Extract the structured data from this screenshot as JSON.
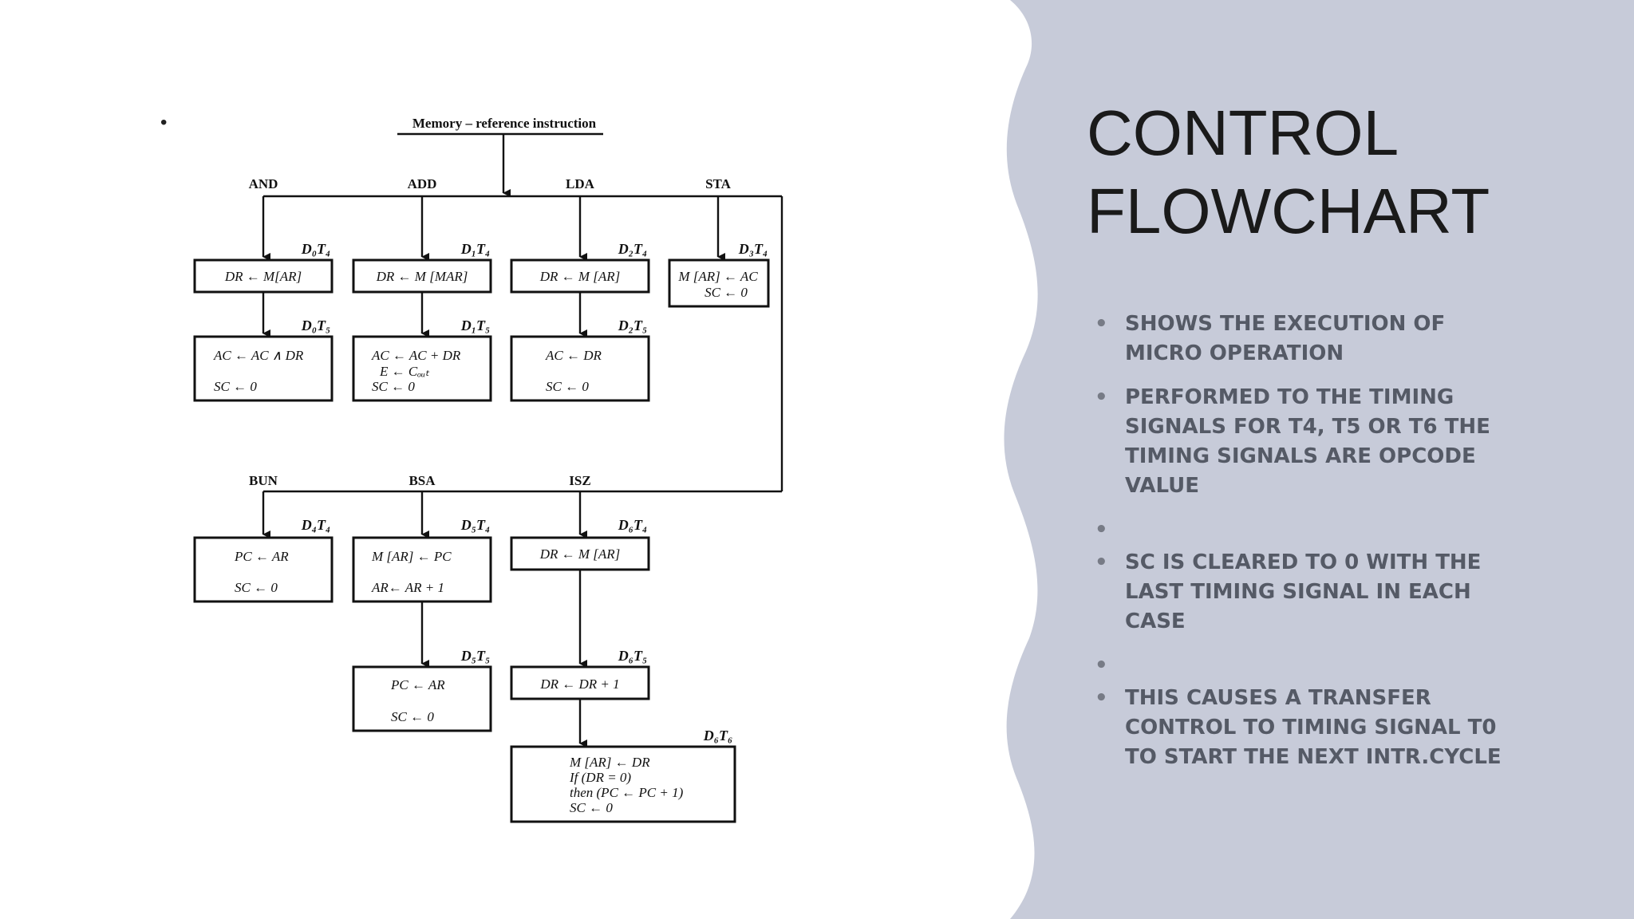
{
  "slide": {
    "title_line1": "CONTROL",
    "title_line2": "FLOWCHART",
    "bullets": [
      "SHOWS THE EXECUTION OF MICRO OPERATION",
      "PERFORMED TO THE TIMING SIGNALS FOR T4, T5 OR T6 THE TIMING SIGNALS ARE OPCODE VALUE",
      "",
      "SC IS CLEARED TO 0 WITH THE LAST TIMING SIGNAL IN EACH CASE",
      "",
      "THIS CAUSES A TRANSFER CONTROL TO TIMING SIGNAL T0 TO START THE NEXT INTR.CYCLE"
    ],
    "left_bullet": "•",
    "panel_color": "#c7cbd9"
  },
  "flowchart": {
    "header": "Memory – reference instruction",
    "branches": {
      "and": "AND",
      "add": "ADD",
      "lda": "LDA",
      "sta": "STA",
      "bun": "BUN",
      "bsa": "BSA",
      "isz": "ISZ"
    },
    "timing": {
      "and1": "D₀T₄",
      "and2": "D₀T₅",
      "add1": "D₁T₄",
      "add2": "D₁T₅",
      "lda1": "D₂T₄",
      "lda2": "D₂T₅",
      "sta1": "D₃T₄",
      "bun1": "D₄T₄",
      "bsa1": "D₅T₄",
      "bsa2": "D₅T₅",
      "isz1": "D₆T₄",
      "isz2": "D₆T₅",
      "isz3": "D₆T₆"
    },
    "ops": {
      "and1": "DR ← M[AR]",
      "and2a": "AC ← AC ∧ DR",
      "and2b": "SC ← 0",
      "add1": "DR ← M [MAR]",
      "add2a": "AC ← AC + DR",
      "add2b": "E ← Cₒᵤₜ",
      "add2c": "SC ← 0",
      "lda1": "DR ← M [AR]",
      "lda2a": "AC ← DR",
      "lda2b": "SC ← 0",
      "sta1a": "M [AR] ← AC",
      "sta1b": "SC ← 0",
      "bun1a": "PC ← AR",
      "bun1b": "SC ← 0",
      "bsa1a": "M [AR] ← PC",
      "bsa1b": "AR← AR + 1",
      "bsa2a": "PC ← AR",
      "bsa2b": "SC ← 0",
      "isz1": "DR ← M [AR]",
      "isz2": "DR ← DR + 1",
      "isz3a": "M [AR] ← DR",
      "isz3b": "If (DR = 0)",
      "isz3c": "then (PC ← PC + 1)",
      "isz3d": "SC ← 0"
    }
  }
}
